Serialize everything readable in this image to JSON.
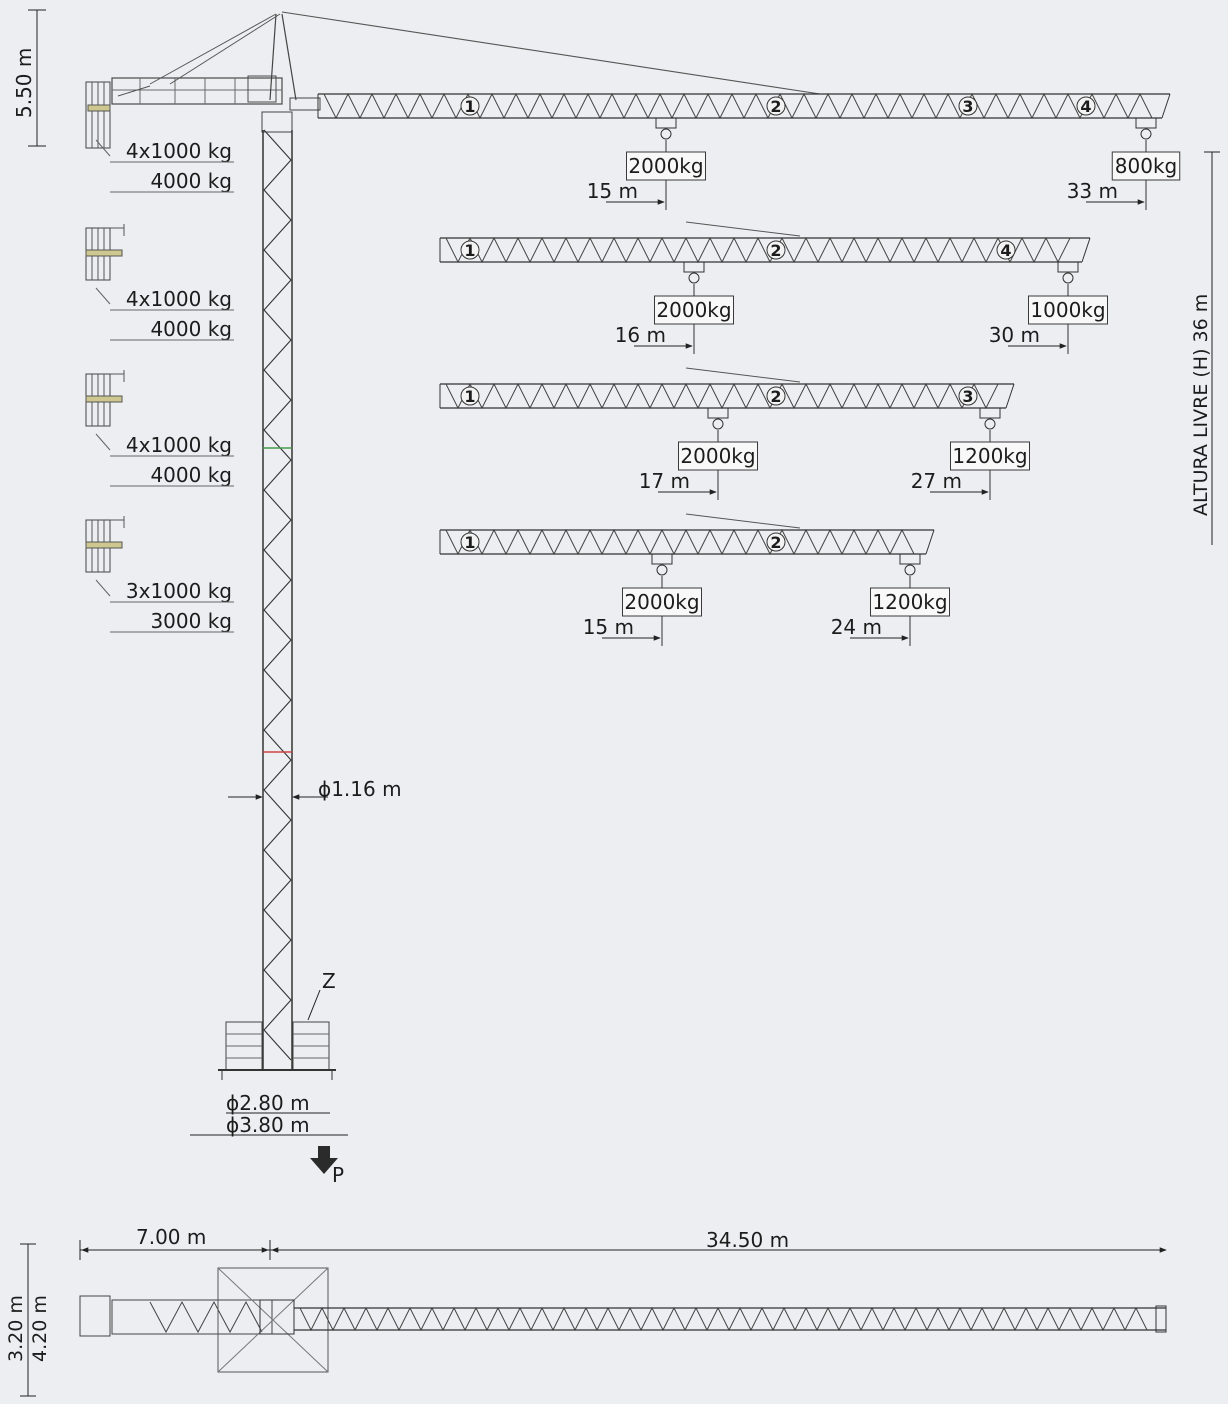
{
  "dimensions": {
    "mast_top_height": "5.50 m",
    "free_height": "ALTURA LIVRE (H) 36 m",
    "mast_section": "ϕ1.16 m",
    "base_inner": "ϕ2.80 m",
    "base_outer": "ϕ3.80 m",
    "plan_counterjib": "7.00 m",
    "plan_jib": "34.50 m",
    "plan_width_inner": "3.20 m",
    "plan_width_outer": "4.20 m"
  },
  "markers": {
    "slew": "Z",
    "load": "P"
  },
  "ballast": [
    {
      "blocks": "4x1000 kg",
      "total": "4000 kg"
    },
    {
      "blocks": "4x1000 kg",
      "total": "4000 kg"
    },
    {
      "blocks": "4x1000 kg",
      "total": "4000 kg"
    },
    {
      "blocks": "3x1000 kg",
      "total": "3000 kg"
    }
  ],
  "jibs": [
    {
      "sections": [
        "1",
        "2",
        "3",
        "4"
      ],
      "load_near": "2000kg",
      "reach_near": "15 m",
      "load_tip": "800kg",
      "reach_tip": "33 m"
    },
    {
      "sections": [
        "1",
        "2",
        "4"
      ],
      "load_near": "2000kg",
      "reach_near": "16 m",
      "load_tip": "1000kg",
      "reach_tip": "30 m"
    },
    {
      "sections": [
        "1",
        "2",
        "3"
      ],
      "load_near": "2000kg",
      "reach_near": "17 m",
      "load_tip": "1200kg",
      "reach_tip": "27 m"
    },
    {
      "sections": [
        "1",
        "2"
      ],
      "load_near": "2000kg",
      "reach_near": "15 m",
      "load_tip": "1200kg",
      "reach_tip": "24 m"
    }
  ]
}
